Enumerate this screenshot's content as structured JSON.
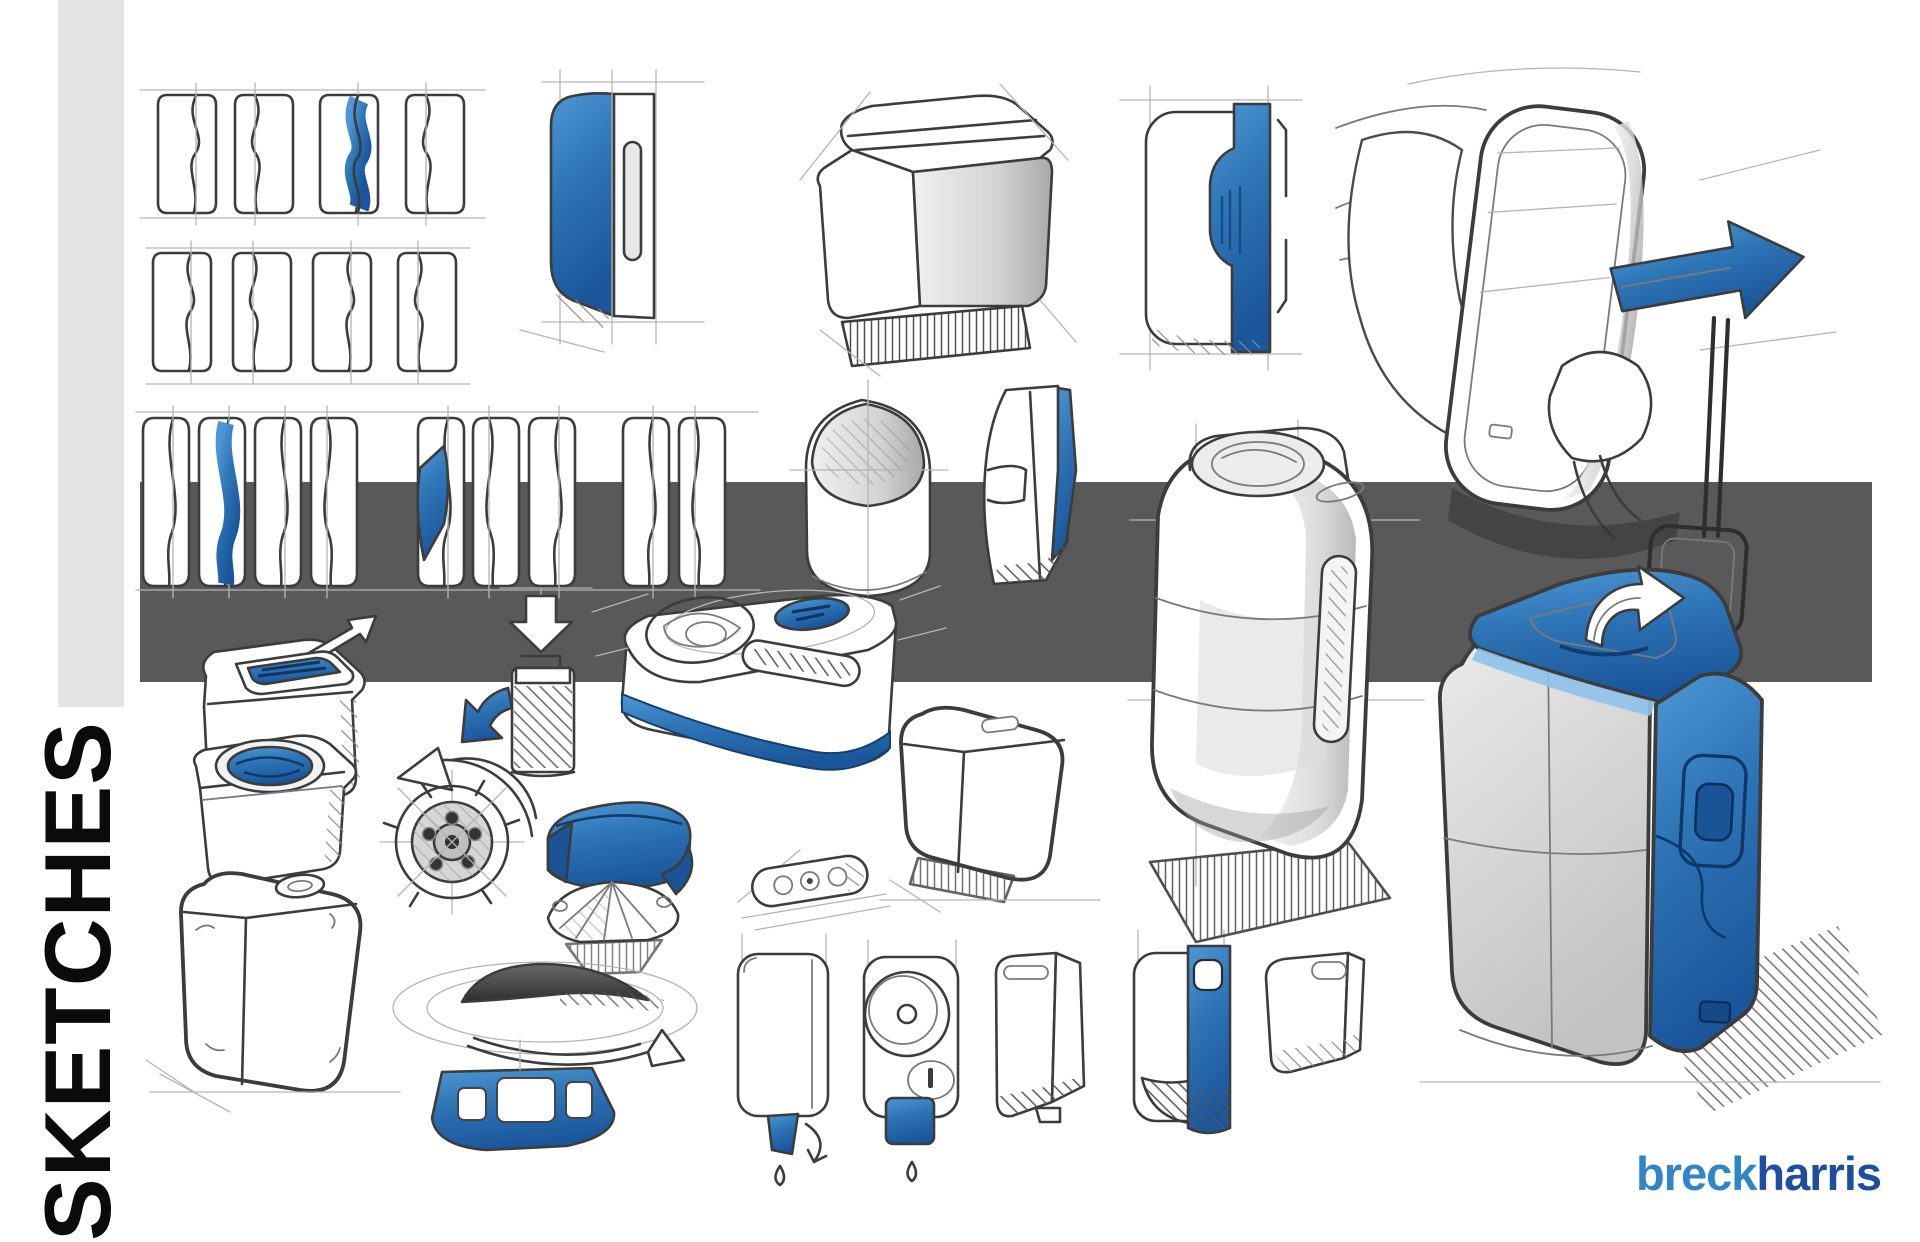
{
  "page": {
    "title": "SKETCHES"
  },
  "brand": {
    "name": "breckharris",
    "part1": "breck",
    "part2": "harris"
  },
  "colors": {
    "paper": "#ffffff",
    "sidebar_gray": "#e4e4e4",
    "band_gray": "#595959",
    "accent_blue": "#2e75b6",
    "accent_blue_light": "#8fc2ea",
    "accent_blue_dark": "#1b569b",
    "brand_blue": "#2e86c8",
    "brand_navy": "#1e4f9e",
    "pencil": "#3c3c3c",
    "pencil_light": "#ababab"
  },
  "sketches": [
    {
      "name": "thumbnail-grid",
      "label": "Grid of small profile study thumbnails, one highlighted blue"
    },
    {
      "name": "side-profile-shell",
      "label": "Side profile with blue shell and slot"
    },
    {
      "name": "rounded-cube-box",
      "label": "Rounded cube box on hatched base"
    },
    {
      "name": "panel-side-view",
      "label": "Side view with blue contoured panel"
    },
    {
      "name": "hand-pull-device",
      "label": "Hand pulling device with blue arrow to the right"
    },
    {
      "name": "round-top-canister",
      "label": "Canister with shaded round top"
    },
    {
      "name": "tapered-side-view",
      "label": "Tapered side view with blue edge strip"
    },
    {
      "name": "tall-tank",
      "label": "Tall rounded tank with cap and side window"
    },
    {
      "name": "case-open-lid",
      "label": "Case with blue lid panel and arrow"
    },
    {
      "name": "jug-blue-cap",
      "label": "Jug with round blue cap"
    },
    {
      "name": "plain-jug",
      "label": "Plain rounded jug"
    },
    {
      "name": "rotary-knob",
      "label": "Rotary knob with bolts and turn arrow"
    },
    {
      "name": "blue-collar-funnel",
      "label": "Blue collar ring over ribbed funnel"
    },
    {
      "name": "shell-lid-platter",
      "label": "Oval platter with shaded shell lid and arrow"
    },
    {
      "name": "blue-tray",
      "label": "Blue molded tray with white pockets"
    },
    {
      "name": "capsule-detail",
      "label": "Capsule control detail with circles"
    },
    {
      "name": "dispenser-drip",
      "label": "Wall dispenser with blue nozzle and drip"
    },
    {
      "name": "dispenser-dial",
      "label": "Wall dispenser with dial face, blue nozzle and drip"
    },
    {
      "name": "dispenser-slim",
      "label": "Slim dispenser three-quarter view"
    },
    {
      "name": "dispenser-blue-stripe",
      "label": "Dispenser with blue vertical stripe"
    },
    {
      "name": "dispenser-slim-plain",
      "label": "Slim plain dispenser side view"
    },
    {
      "name": "small-cube",
      "label": "Small rounded cube on hatched base"
    },
    {
      "name": "cooler-final",
      "label": "Final concept: gray body with blue top and side panel"
    }
  ]
}
